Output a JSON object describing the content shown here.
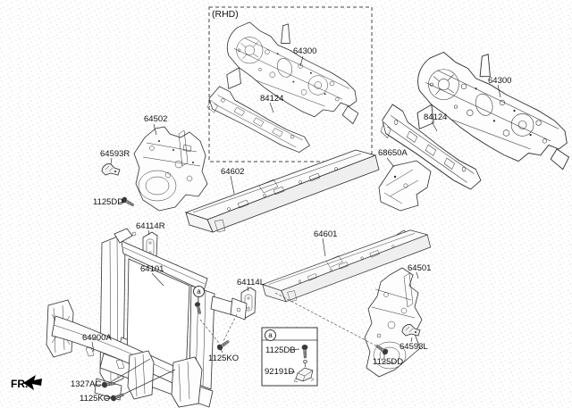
{
  "diagram": {
    "type": "parts-exploded-diagram",
    "fr_label": "FR.",
    "rhd_box_label": "(RHD)",
    "marker_a": "a",
    "colors": {
      "line": "#2f2f2f",
      "background": "#ffffff",
      "stipple": "#c4c4c4"
    },
    "labels": {
      "rhd_dash_panel": "64300",
      "rhd_cowl_bar": "84124",
      "dash_panel": "64300",
      "cowl_bar": "84124",
      "heat_protector": "68650A",
      "fender_apron_rh": "64502",
      "bracket_rh": "64593R",
      "bolt_dd_left": "1125DD",
      "mounting_plate_rh": "64114R",
      "side_member_rh": "64602",
      "radiator_support": "64101",
      "bumper_beam": "64900A",
      "bolt_1327": "1327AC",
      "bolt_ko_bottom": "1125KO",
      "bolt_ko_center": "1125KO",
      "side_member_lh": "64601",
      "mounting_plate_lh": "64114L",
      "fender_apron_lh": "64501",
      "bracket_lh": "64593L",
      "bolt_dd_right": "1125DD",
      "legend_bolt": "1125DB",
      "legend_bracket": "92191D"
    }
  }
}
